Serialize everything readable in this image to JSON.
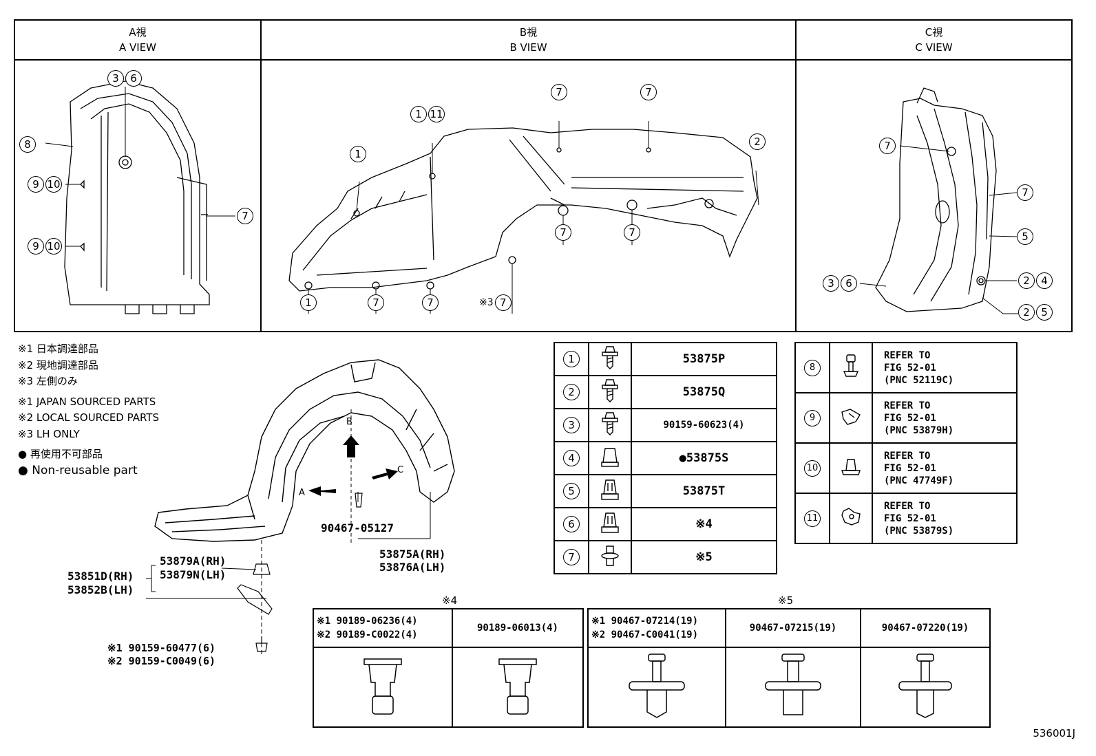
{
  "views": [
    {
      "title_jp": "A視",
      "title_en": "A VIEW"
    },
    {
      "title_jp": "B視",
      "title_en": "B VIEW"
    },
    {
      "title_jp": "C視",
      "title_en": "C VIEW"
    }
  ],
  "a_view_callouts": {
    "c1": [
      "3",
      "6"
    ],
    "c2": [
      "8"
    ],
    "c3": [
      "9",
      "10"
    ],
    "c4": [
      "9",
      "10"
    ],
    "c5": [
      "7"
    ]
  },
  "b_view_callouts": {
    "c1": [
      "1",
      "11"
    ],
    "c2": [
      "1"
    ],
    "c3": [
      "7"
    ],
    "c4": [
      "7"
    ],
    "c5": [
      "2"
    ],
    "c6": [
      "7"
    ],
    "c7": [
      "7"
    ],
    "c8": [
      "1"
    ],
    "c9": [
      "7"
    ],
    "c10": [
      "7"
    ],
    "c11": [
      "7"
    ],
    "lh_only_mark": "※3"
  },
  "c_view_callouts": {
    "c1": [
      "7"
    ],
    "c2": [
      "7"
    ],
    "c3": [
      "5"
    ],
    "c4": [
      "3",
      "6"
    ],
    "c5": [
      "2",
      "4"
    ],
    "c6": [
      "2",
      "5"
    ]
  },
  "notes": [
    "※1 日本調達部品",
    "※2 現地調達部品",
    "※3 左側のみ",
    "※1 JAPAN SOURCED PARTS",
    "※2 LOCAL SOURCED PARTS",
    "※3 LH ONLY",
    "● 再使用不可部品",
    "● Non-reusable part"
  ],
  "main_labels": {
    "arrow_a": "A",
    "arrow_b": "B",
    "arrow_c": "C",
    "clip_part": "90467-05127",
    "liner_rh": "53875A(RH)",
    "liner_lh": "53876A(LH)",
    "nut_rh": "53879A(RH)",
    "nut_lh": "53879N(LH)",
    "bracket_rh": "53851D(RH)",
    "bracket_lh": "53852B(LH)",
    "screw_jp": "※1 90159-60477(6)",
    "screw_local": "※2 90159-C0049(6)"
  },
  "parts_table_left": [
    {
      "no": "1",
      "part": "53875P"
    },
    {
      "no": "2",
      "part": "53875Q"
    },
    {
      "no": "3",
      "part": "90159-60623(4)"
    },
    {
      "no": "4",
      "part": "●53875S"
    },
    {
      "no": "5",
      "part": "53875T"
    },
    {
      "no": "6",
      "part": "※4"
    },
    {
      "no": "7",
      "part": "※5"
    }
  ],
  "parts_table_right": [
    {
      "no": "8",
      "l1": "REFER TO",
      "l2": "FIG 52-01",
      "l3": "(PNC 52119C)"
    },
    {
      "no": "9",
      "l1": "REFER TO",
      "l2": "FIG 52-01",
      "l3": "(PNC 53879H)"
    },
    {
      "no": "10",
      "l1": "REFER TO",
      "l2": "FIG 52-01",
      "l3": "(PNC 47749F)"
    },
    {
      "no": "11",
      "l1": "REFER TO",
      "l2": "FIG 52-01",
      "l3": "(PNC 53879S)"
    }
  ],
  "note4": {
    "title": "※4",
    "col1_l1": "※1  90189-06236(4)",
    "col1_l2": "※2  90189-C0022(4)",
    "col2": "90189-06013(4)"
  },
  "note5": {
    "title": "※5",
    "col1_l1": "※1 90467-07214(19)",
    "col1_l2": "※2 90467-C0041(19)",
    "col2": "90467-07215(19)",
    "col3": "90467-07220(19)"
  },
  "figure_code": "536001J"
}
